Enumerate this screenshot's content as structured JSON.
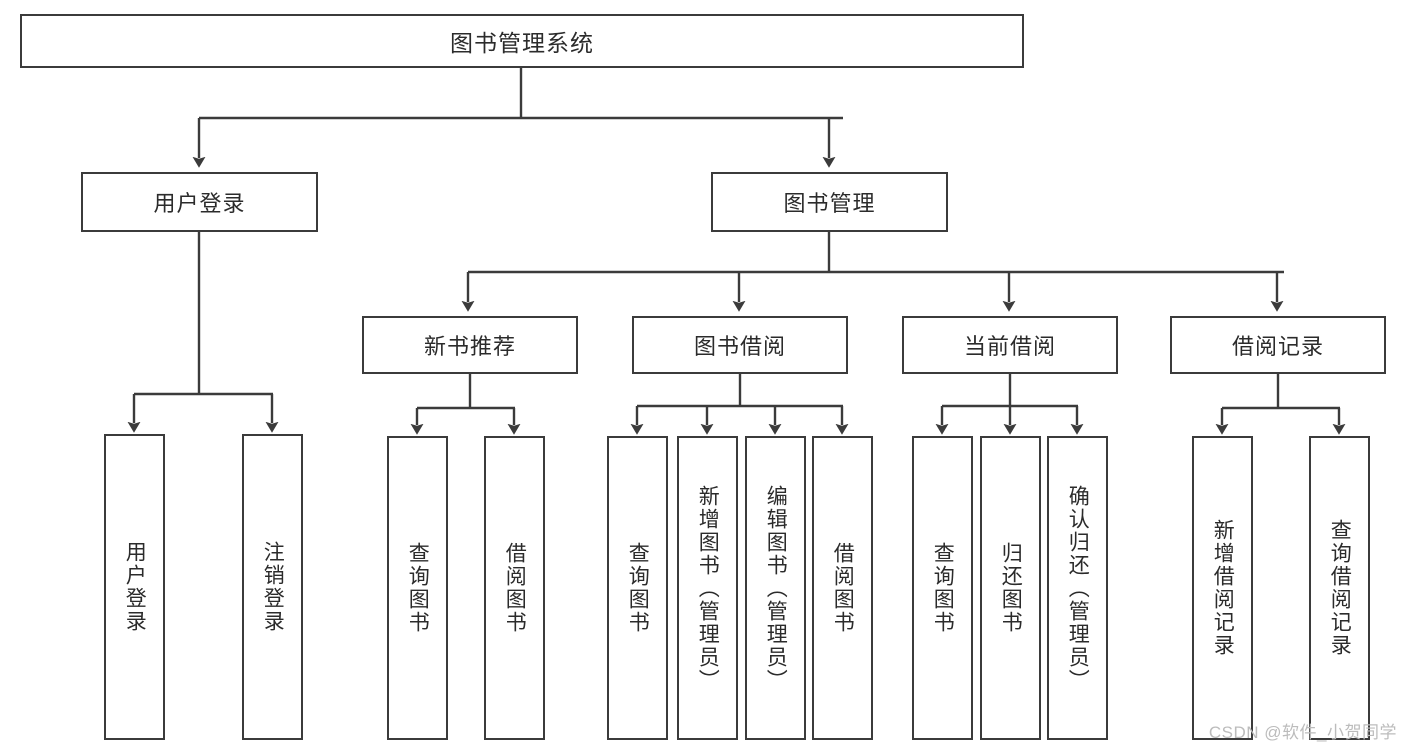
{
  "diagram": {
    "title": "图书管理系统",
    "root": {
      "label": "图书管理系统"
    },
    "level1": [
      {
        "label": "用户登录"
      },
      {
        "label": "图书管理"
      }
    ],
    "level2": [
      {
        "label": "新书推荐"
      },
      {
        "label": "图书借阅"
      },
      {
        "label": "当前借阅"
      },
      {
        "label": "借阅记录"
      }
    ],
    "leaves": {
      "user_login": [
        {
          "label": "用户登录"
        },
        {
          "label": "注销登录"
        }
      ],
      "new_book_recommend": [
        {
          "label": "查询图书"
        },
        {
          "label": "借阅图书"
        }
      ],
      "book_borrow": [
        {
          "label": "查询图书"
        },
        {
          "label": "新增图书（管理员）"
        },
        {
          "label": "编辑图书（管理员）"
        },
        {
          "label": "借阅图书"
        }
      ],
      "current_borrow": [
        {
          "label": "查询图书"
        },
        {
          "label": "归还图书"
        },
        {
          "label": "确认归还（管理员）"
        }
      ],
      "borrow_record": [
        {
          "label": "新增借阅记录"
        },
        {
          "label": "查询借阅记录"
        }
      ]
    }
  },
  "watermark": {
    "text": "CSDN @软件_小贺同学"
  },
  "colors": {
    "stroke": "#3b3b3b",
    "text": "#2b2b2b",
    "background": "#ffffff",
    "watermark": "#bcbcbc"
  }
}
